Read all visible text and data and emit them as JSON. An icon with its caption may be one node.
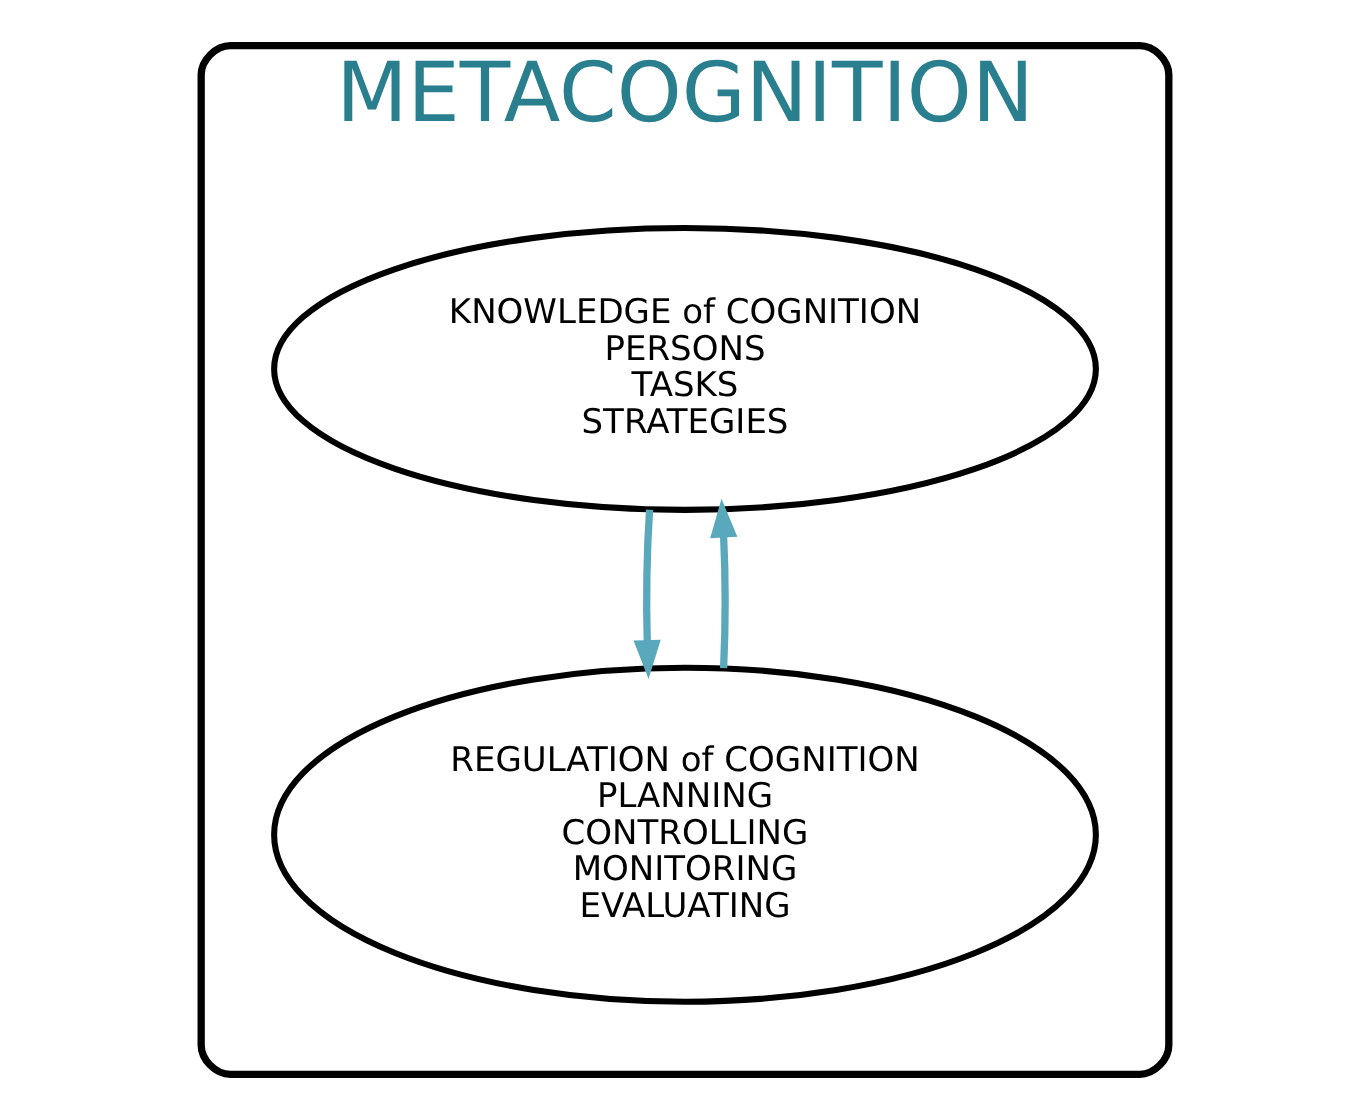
{
  "diagram": {
    "nodes": [
      {
        "text": [
          "METACOGNITION"
        ]
      },
      {
        "text": [
          "KNOWLEDGE of COGNITION",
          "PERSONS",
          "TASKS",
          "STRATEGIES"
        ],
        "in": 0
      },
      {
        "text": [
          "REGULATION of COGNITION",
          "PLANNING",
          "CONTROLLING",
          "MONITORING",
          "EVALUATING"
        ],
        "in": 0
      }
    ],
    "edges": [
      {
        "from": 1,
        "to": 2,
        "arrow": "to"
      },
      {
        "from": 2,
        "to": 1,
        "arrow": "to"
      }
    ]
  }
}
